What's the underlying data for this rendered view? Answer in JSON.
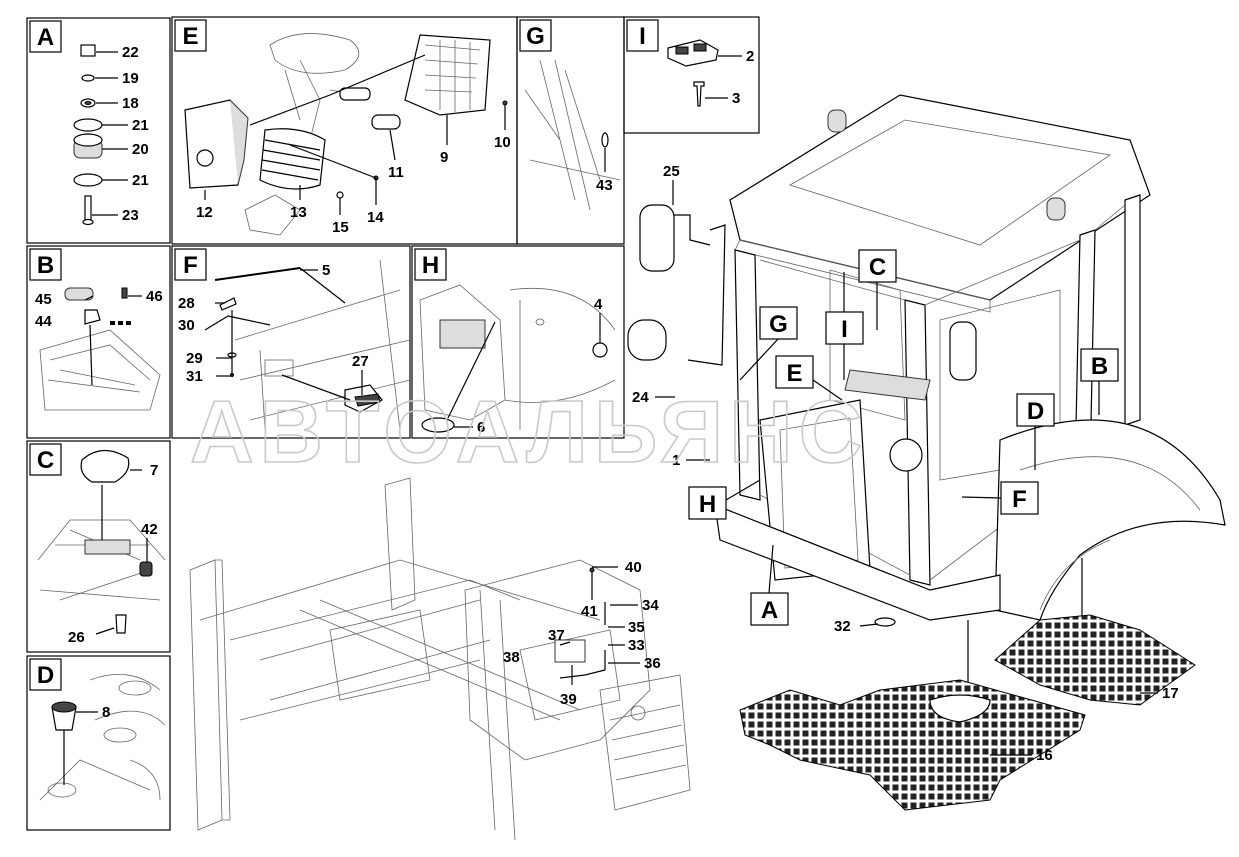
{
  "watermark": "АВТОАЛЬЯНС",
  "panel_letters": {
    "A": "A",
    "B": "B",
    "C": "C",
    "D": "D",
    "E": "E",
    "F": "F",
    "G": "G",
    "H": "H",
    "I": "I"
  },
  "callouts": {
    "A": [
      "22",
      "19",
      "18",
      "21",
      "20",
      "21",
      "23"
    ],
    "B": [
      "45",
      "46",
      "44"
    ],
    "C": [
      "7",
      "42",
      "26"
    ],
    "D": [
      "8"
    ],
    "E": [
      "9",
      "10",
      "11",
      "12",
      "13",
      "14",
      "15"
    ],
    "F": [
      "5",
      "28",
      "30",
      "29",
      "31",
      "27"
    ],
    "G": [
      "43"
    ],
    "H": [
      "4",
      "6"
    ],
    "I": [
      "2",
      "3"
    ],
    "main": [
      "25",
      "24",
      "1",
      "32",
      "16",
      "17",
      "40",
      "41",
      "34",
      "35",
      "33",
      "36",
      "37",
      "38",
      "39"
    ]
  },
  "cab_labels": [
    "C",
    "G",
    "I",
    "E",
    "B",
    "D",
    "F",
    "H",
    "A"
  ]
}
